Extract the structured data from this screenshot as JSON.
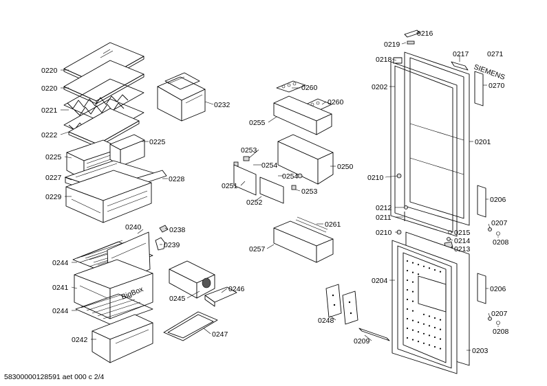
{
  "parts": [
    {
      "id": "0220a",
      "label": "0220"
    },
    {
      "id": "0220b",
      "label": "0220"
    },
    {
      "id": "0221",
      "label": "0221"
    },
    {
      "id": "0222",
      "label": "0222"
    },
    {
      "id": "0225a",
      "label": "0225"
    },
    {
      "id": "0225b",
      "label": "0225"
    },
    {
      "id": "0227",
      "label": "0227"
    },
    {
      "id": "0228",
      "label": "0228"
    },
    {
      "id": "0229",
      "label": "0229"
    },
    {
      "id": "0232",
      "label": "0232"
    },
    {
      "id": "0240",
      "label": "0240"
    },
    {
      "id": "0238",
      "label": "0238"
    },
    {
      "id": "0239",
      "label": "0239"
    },
    {
      "id": "0244a",
      "label": "0244"
    },
    {
      "id": "0241",
      "label": "0241"
    },
    {
      "id": "0244b",
      "label": "0244"
    },
    {
      "id": "0242",
      "label": "0242"
    },
    {
      "id": "0245",
      "label": "0245"
    },
    {
      "id": "0246",
      "label": "0246"
    },
    {
      "id": "0247",
      "label": "0247"
    },
    {
      "id": "0260a",
      "label": "0260"
    },
    {
      "id": "0260b",
      "label": "0260"
    },
    {
      "id": "0255",
      "label": "0255"
    },
    {
      "id": "0253a",
      "label": "0253"
    },
    {
      "id": "0254a",
      "label": "0254"
    },
    {
      "id": "0250",
      "label": "0250"
    },
    {
      "id": "0251",
      "label": "0251"
    },
    {
      "id": "0254b",
      "label": "0254"
    },
    {
      "id": "0253b",
      "label": "0253"
    },
    {
      "id": "0252",
      "label": "0252"
    },
    {
      "id": "0261",
      "label": "0261"
    },
    {
      "id": "0257",
      "label": "0257"
    },
    {
      "id": "0248",
      "label": "0248"
    },
    {
      "id": "0209",
      "label": "0209"
    },
    {
      "id": "0216",
      "label": "0216"
    },
    {
      "id": "0219",
      "label": "0219"
    },
    {
      "id": "0218",
      "label": "0218"
    },
    {
      "id": "0217",
      "label": "0217"
    },
    {
      "id": "0271",
      "label": "0271"
    },
    {
      "id": "0202",
      "label": "0202"
    },
    {
      "id": "0270",
      "label": "0270"
    },
    {
      "id": "0201",
      "label": "0201"
    },
    {
      "id": "0210a",
      "label": "0210"
    },
    {
      "id": "0206a",
      "label": "0206"
    },
    {
      "id": "0212",
      "label": "0212"
    },
    {
      "id": "0211",
      "label": "0211"
    },
    {
      "id": "0207a",
      "label": "0207"
    },
    {
      "id": "0215",
      "label": "0215"
    },
    {
      "id": "0210b",
      "label": "0210"
    },
    {
      "id": "0214",
      "label": "0214"
    },
    {
      "id": "0208a",
      "label": "0208"
    },
    {
      "id": "0213",
      "label": "0213"
    },
    {
      "id": "0204",
      "label": "0204"
    },
    {
      "id": "0206b",
      "label": "0206"
    },
    {
      "id": "0207b",
      "label": "0207"
    },
    {
      "id": "0208b",
      "label": "0208"
    },
    {
      "id": "0203",
      "label": "0203"
    }
  ],
  "drawer_brand": "BigBox",
  "logo_text": "SIEMENS",
  "footer": "58300000128591 aet 000 c 2/4"
}
